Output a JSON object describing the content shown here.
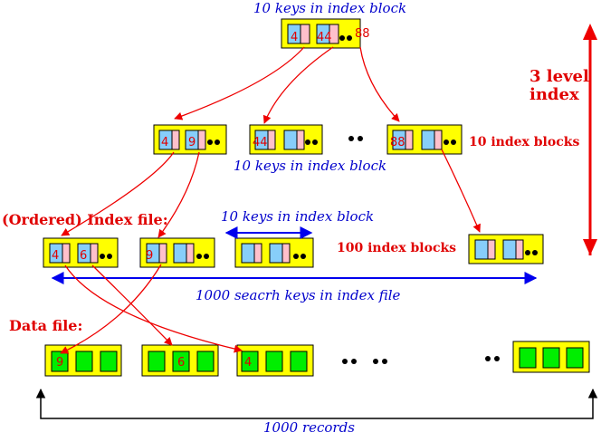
{
  "labels": {
    "top_keys": "10 keys in index block",
    "mid_keys": "10 keys in index block",
    "low_keys": "10 keys in index block",
    "level_index_1": "3 level",
    "level_index_2": "index",
    "ten_blocks": "10 index blocks",
    "hundred_blocks": "100 index blocks",
    "index_file": "(Ordered) Index file:",
    "search_keys": "1000 seacrh keys in index file",
    "data_file": "Data file:",
    "records": "1000 records"
  },
  "keys": {
    "root": [
      "4",
      "44",
      "88"
    ],
    "level2_block1": [
      "4",
      "9"
    ],
    "level2_block2": [
      "44"
    ],
    "level2_block3": [
      "88"
    ],
    "level3_block1": [
      "4",
      "6"
    ],
    "level3_block2": [
      "9"
    ],
    "data_block1": [
      "9"
    ],
    "data_block2": [
      "6"
    ],
    "data_block3": [
      "4"
    ]
  },
  "colors": {
    "block": "#ffff00",
    "key_cell": "#87cefa",
    "pointer_cell": "#ffc0cb",
    "record": "#00ee00",
    "arrow_red": "#ee0000",
    "arrow_blue": "#0000ee",
    "arrow_black": "#000000"
  }
}
